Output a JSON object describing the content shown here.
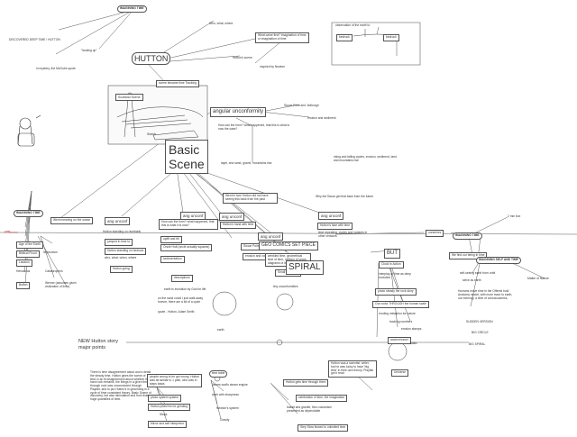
{
  "nodes": {
    "imagining_time_top": "IMAGINING TIME",
    "discovered_deep_time": "DISCOVERED DEEP TIME / HUTTON",
    "landing_up": "\"landing up\"",
    "mcguire_quote": "in mystery, the McGuire quote",
    "hutton": "HUTTON",
    "who_what_where": "Who, what, where",
    "first_imagination": "What came first? Imagination of time or imagination of time",
    "hutton_scene": "Hutton's scene",
    "inspired_by_newton": "inspired by Newton",
    "scene_became_time": "scene became time Tracking",
    "scotland_label": "Scotland Scene",
    "sketch_label": "Sketch",
    "basic_scene_l1": "Basic",
    "basic_scene_l2": "Scene",
    "angular_unconformity": "angular unconformity",
    "siccar_point": "Siccar Point and Jedburgh",
    "erosion_deposit": "erosion and sediment",
    "how_can_the_form": "How can the form? what happened, that this is what is now the case?",
    "mountains_rise": "layer, and sand, gravel, mountains rise",
    "rising_falling": "rising and falling cycles, erosion, sediment, land and mountains rise",
    "observation_cliff": "observation of the earth to",
    "bedrock_left": "bedrock",
    "bedrock_right": "bedrock",
    "wrong_time_on_seasons": "Went meaning on the ocean",
    "imagining_time_left": "IMAGINING TIME",
    "past_marker": "past",
    "age_of_earth": "Age of the Earth",
    "biblical_flood": "Biblical Flood",
    "lazarus": "Lazarus",
    "herodotus": "Herodotus",
    "buffon": "Buffon",
    "neptunism": "Neptunism",
    "catastrophes": "Catastrophes",
    "werner_neptunists": "Werner (assumes given civilization of lives)",
    "ang_unconf_1": "ang unconf",
    "ang_unconf_2": "ang unconf",
    "ang_unconf_3": "ang unconf",
    "ang_unconf_4": "ang unconf",
    "ang_unconf_5": "ang unconf",
    "what_hutton_saw": "Went in two! Hutton did not have seeing this back from the past",
    "why_did_siccar": "Why did Siccar get that back from the future",
    "how_can_this_form": "How can the form? what happened, that this is what it is now?",
    "hutton_standing": "Hutton standing on riverbank",
    "jump_back": "jumped in time to",
    "hutton_standing_2": "Hutton standing on bedrock",
    "who_what_where_2": "who, what, when, where",
    "hutton_going": "Hutton going",
    "uplift_tilt": "uplift and tilt",
    "oncle_hutt": "Oncle Hutt (oncle actually squares)",
    "sedimentation": "sedimentation",
    "descriptions": "descriptions",
    "earth_is_evolution": "earth is evolution by God for life",
    "on_the_sand": "on the sand could I just walk away forever, there are a bit of a cycle",
    "quote_hutton": "quote - Hutton, Adam Smith",
    "hutton_hand": "Hutton's hand with time",
    "siccar_point_2": "Siccar Point and Jedburgh",
    "erosion_and_vol": "erosion and volcanic",
    "geo_comics": "GEO COMICS SET PIECE",
    "wrinkled_time": "wrinkled time, geometrical time of time, millions of years, diagrams of layers",
    "small_sea": "Small sea stone",
    "tiny_unconformities": "tiny unconformities",
    "spiral": "SPIRAL",
    "time_repeating": "time repeating, cycles and variants in other versions",
    "hutton_face_stone": "Hutton's face with time",
    "earth_label": "earth",
    "but": "BUT",
    "clock_in_action": "Clock in Action",
    "interplay_deep_time": "interplay of time as deep evolution",
    "photo_steady": "photo steady the rock story",
    "photo_rock": "Our rocks THROUGH the human scale",
    "eroding_metaphor": "eroding metaphor for nature",
    "tracking_numbers": "tracking numbers",
    "erosion_caught": "erosion stamps",
    "ancient_travel": "ancient travel",
    "universe": "Universe",
    "imagining_time_right": "IMAGINING TIME",
    "limit_box": "2 min box",
    "ourselves_box": "ourselves",
    "we_find_ourselves": "We find our being in time",
    "imagining_self": "IMAGINING SELF AND TIME",
    "self_worth": "self-seeing earth from orbit",
    "selve_as_earth": "selve as earth",
    "matter_of_nature": "Matter of Nature",
    "humans_move_time": "Humans move time in the Offered bold Anatomy model, with more trace to earth, our memory, a time of consciousness,",
    "suddenly_rotation": "SUDDEN VERSION",
    "big_circle": "BIG CIRCLE",
    "big_spiral": "BIG SPIRAL",
    "new_hutton_story_l1": "NEW Hutton story",
    "new_hutton_story_l2": "major points",
    "static_label": "static",
    "there_is_a_disagreement": "There is time disagreement about and a detail the steady time, Hutton gives the scene of time in an ill-disagreement about whether the hard rock remains, the things in a given time, through rock was unconnected through Playfair, and to put Hutton's in grounding in a cycle of time consistent theory. Basic Scene of discovery, but also stimulation and from that huge quantities of time.",
    "people_wrong": "people wrong to be got wrong. Hutton was all similar to 1 path, who was in steps basis",
    "photo_system": "photo system system",
    "hutton_grinding": "Hutton jolted his for grinding",
    "steps_label": "Steps",
    "hutton_hand_rock": "Mirror and self interpretor",
    "time_circle": "time table",
    "james_and_steam": "James watt's steam engine",
    "work_with_clouds": "work with sharpness",
    "newton_system": "Newton's system",
    "gravity_label": "Gravity",
    "hutton_through": "Hutton gets time through them",
    "celebration_imagination": "celebration of time, the imagination",
    "sand_and_granite": "basalt and granite, Neo-volcanism presented as dependable",
    "step_back": "Step Slow flowed to unlimited time",
    "hutton_scientist": "Hutton was a scientist, writer, but he was lucky to have 'big time' in their own theory. Playfair got it read"
  }
}
